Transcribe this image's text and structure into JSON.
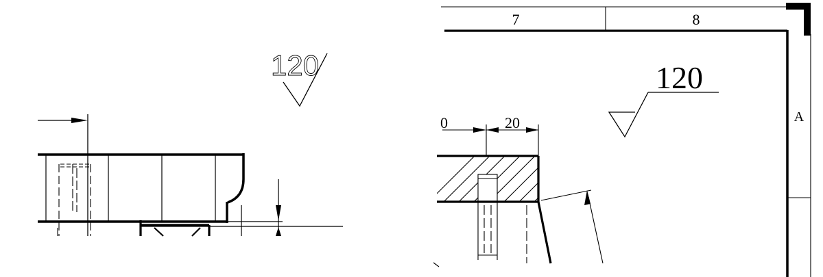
{
  "left_drawing": {
    "roughness_symbol": {
      "value": "120"
    }
  },
  "right_drawing": {
    "title_block": {
      "columns": [
        {
          "label": "7"
        },
        {
          "label": "8"
        }
      ],
      "row_label": "A"
    },
    "roughness_symbol": {
      "value": "120"
    },
    "dimensions": [
      {
        "value": "0"
      },
      {
        "value": "20"
      }
    ]
  },
  "colors": {
    "line": "#000000",
    "background": "#ffffff"
  }
}
